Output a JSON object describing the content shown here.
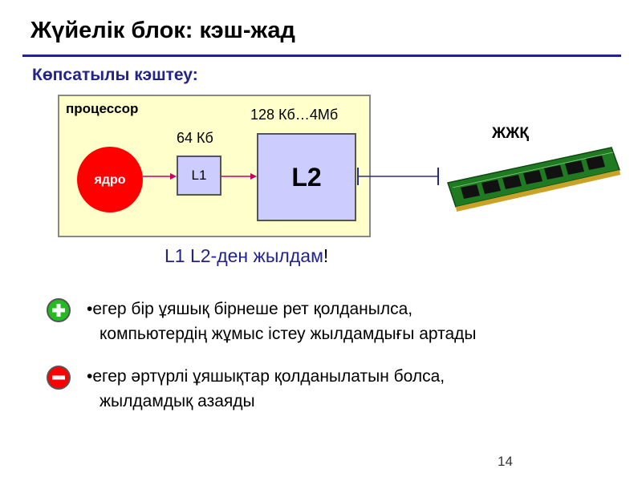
{
  "slide": {
    "title": "Жүйелік блок: кэш-жад",
    "subtitle": "Көпсатылы кэштеу:",
    "page_number": "14"
  },
  "diagram": {
    "processor_label": "процессор",
    "core_label": "ядро",
    "l1_label": "L1",
    "l1_size": "64 Кб",
    "l2_label": "L2",
    "l2_size": "128 Кб…4Мб",
    "ram_label": "ЖЖҚ",
    "note_main": "L1  L2-ден жылдам",
    "note_end": "!"
  },
  "bullets": {
    "plus": {
      "line1": "•егер бір ұяшық бірнеше рет қолданылса,",
      "line2": "компьютердің жұмыс істеу жылдамдығы артады"
    },
    "minus": {
      "line1": "•егер әртүрлі ұяшықтар қолданылатын болса,",
      "line2": "жылдамдық азаяды"
    }
  },
  "colors": {
    "accent": "#23238e",
    "processor_fill": "#ffffcc",
    "cache_fill": "#ccccff",
    "core_fill": "#ff0000",
    "plus_fill": "#22bb22",
    "minus_fill": "#ff0000",
    "ram_board": "#1f7a22"
  },
  "icons": [
    "plus-icon",
    "minus-icon",
    "ram-module-icon"
  ]
}
